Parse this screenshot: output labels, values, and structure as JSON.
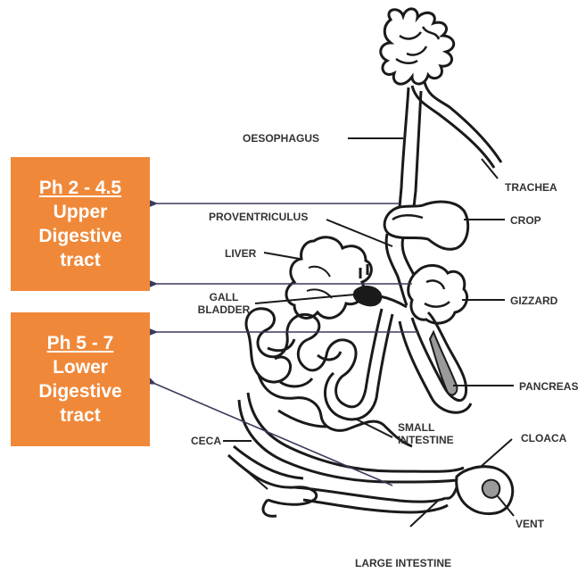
{
  "boxes": {
    "upper": {
      "phase": "Ph 2 - 4.5",
      "line1": "Upper",
      "line2": "Digestive",
      "line3": "tract"
    },
    "lower": {
      "phase": "Ph 5 - 7",
      "line1": "Lower",
      "line2": "Digestive",
      "line3": "tract"
    }
  },
  "labels": {
    "oesophagus": "OESOPHAGUS",
    "trachea": "TRACHEA",
    "proventriculus": "PROVENTRICULUS",
    "crop": "CROP",
    "liver": "LIVER",
    "gall_1": "GALL",
    "gall_2": "BLADDER",
    "gizzard": "GIZZARD",
    "pancreas": "PANCREAS",
    "small_1": "SMALL",
    "small_2": "INTESTINE",
    "ceca": "CECA",
    "cloaca": "CLOACA",
    "vent": "VENT",
    "large_intestine": "LARGE INTESTINE"
  },
  "colors": {
    "box": "#f0883a",
    "arrow": "#3b3b5a",
    "outline": "#1a1a1a",
    "pancreas_fill": "#9a9a9a"
  }
}
